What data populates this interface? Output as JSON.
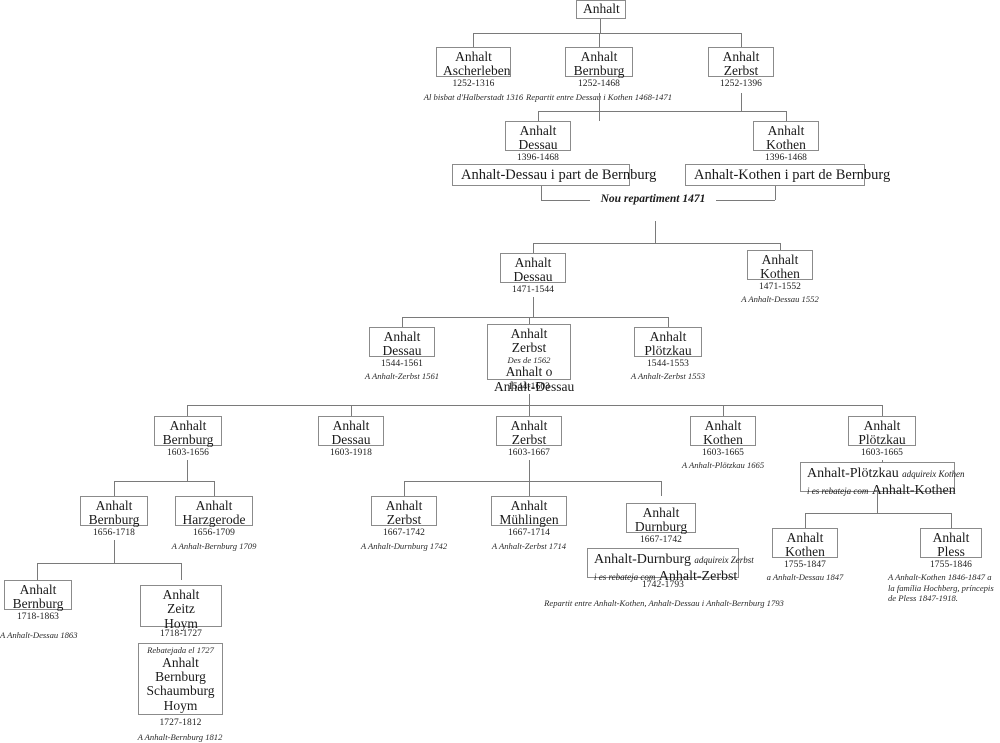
{
  "diagram": {
    "title": "Anhalt",
    "language": "ca",
    "type": "genealogy-territorial-partition-tree"
  },
  "nodes": {
    "root": {
      "lines": [
        "Anhalt"
      ]
    },
    "ascherleben": {
      "lines": [
        "Anhalt",
        "Ascherleben"
      ],
      "years": "1252-1316",
      "note": "Al bisbat d'Halberstadt 1316"
    },
    "bernburg_1252": {
      "lines": [
        "Anhalt",
        "Bernburg"
      ],
      "years": "1252-1468",
      "note": "Repartit entre Dessau i Kothen 1468-1471"
    },
    "zerbst_1252": {
      "lines": [
        "Anhalt",
        "Zerbst"
      ],
      "years": "1252-1396"
    },
    "dessau_1396": {
      "lines": [
        "Anhalt",
        "Dessau"
      ],
      "years": "1396-1468"
    },
    "kothen_1396": {
      "lines": [
        "Anhalt",
        "Kothen"
      ],
      "years": "1396-1468"
    },
    "dessau_part": {
      "label": "Anhalt-Dessau i part de Bernburg"
    },
    "kothen_part": {
      "label": "Anhalt-Kothen i part de Bernburg"
    },
    "repartiment": {
      "line1": "Nou repartiment",
      "line2": "1471"
    },
    "dessau_1471": {
      "lines": [
        "Anhalt",
        "Dessau"
      ],
      "years": "1471-1544"
    },
    "kothen_1471": {
      "lines": [
        "Anhalt",
        "Kothen"
      ],
      "years": "1471-1552",
      "note": "A Anhalt-Dessau 1552"
    },
    "dessau_1544": {
      "lines": [
        "Anhalt",
        "Dessau"
      ],
      "years": "1544-1561",
      "note": "A Anhalt-Zerbst 1561"
    },
    "zerbst_1544": {
      "lines": [
        "Anhalt",
        "Zerbst"
      ],
      "midnote": "Des de 1562",
      "lines2": [
        "Anhalt o",
        "Anhalt-Dessau"
      ],
      "years": "1544-1603"
    },
    "plotzkau_1544": {
      "lines": [
        "Anhalt",
        "Plötzkau"
      ],
      "years": "1544-1553",
      "note": "A Anhalt-Zerbst 1553"
    },
    "bernburg_1603": {
      "lines": [
        "Anhalt",
        "Bernburg"
      ],
      "years": "1603-1656"
    },
    "dessau_1603": {
      "lines": [
        "Anhalt",
        "Dessau"
      ],
      "years": "1603-1918"
    },
    "zerbst_1603": {
      "lines": [
        "Anhalt",
        "Zerbst"
      ],
      "years": "1603-1667"
    },
    "kothen_1603": {
      "lines": [
        "Anhalt",
        "Kothen"
      ],
      "years": "1603-1665",
      "note": "A Anhalt-Plötzkau 1665"
    },
    "plotzkau_1603": {
      "lines": [
        "Anhalt",
        "Plötzkau"
      ],
      "years": "1603-1665"
    },
    "plotzkau_merge": {
      "a": "Anhalt-Plötzkau",
      "b": "adquireix Kothen",
      "c": "i es rebateja com",
      "d": "Anhalt-Kothen"
    },
    "bernburg_1656": {
      "lines": [
        "Anhalt",
        "Bernburg"
      ],
      "years": "1656-1718"
    },
    "harzgerode_1656": {
      "lines": [
        "Anhalt",
        "Harzgerode"
      ],
      "years": "1656-1709",
      "note": "A Anhalt-Bernburg 1709"
    },
    "zerbst_1667": {
      "lines": [
        "Anhalt",
        "Zerbst"
      ],
      "years": "1667-1742",
      "note": "A Anhalt-Durnburg 1742"
    },
    "muhlingen_1667": {
      "lines": [
        "Anhalt",
        "Mühlingen"
      ],
      "years": "1667-1714",
      "note": "A Anhalt-Zerbst 1714"
    },
    "durnburg_1667": {
      "lines": [
        "Anhalt",
        "Durnburg"
      ],
      "years": "1667-1742"
    },
    "durnburg_merge": {
      "a": "Anhalt-Durnburg",
      "b": "adquireix Zerbst",
      "c": "i es rebateja com",
      "d": "Anhalt-Zerbst",
      "years": "1742-1793",
      "note": "Repartit entre Anhalt-Kothen, Anhalt-Dessau i Anhalt-Bernburg 1793"
    },
    "kothen_1755": {
      "lines": [
        "Anhalt",
        "Kothen"
      ],
      "years": "1755-1847",
      "note": "a Anhalt-Dessau 1847"
    },
    "pless_1755": {
      "lines": [
        "Anhalt",
        "Pless"
      ],
      "years": "1755-1846",
      "note": "A Anhalt-Kothen 1846-1847 a la família Hochberg, príncepis de Pless 1847-1918."
    },
    "bernburg_1718": {
      "lines": [
        "Anhalt",
        "Bernburg"
      ],
      "years": "1718-1863",
      "note": "A Anhalt-Dessau 1863"
    },
    "zeitz_hoym_1718": {
      "lines": [
        "Anhalt",
        "Zeitz",
        "Hoym"
      ],
      "years": "1718-1727"
    },
    "bernburg_schaumburg": {
      "midnote": "Rebatejada el 1727",
      "lines": [
        "Anhalt",
        "Bernburg",
        "Schaumburg",
        "Hoym"
      ],
      "years": "1727-1812",
      "note": "A Anhalt-Bernburg 1812"
    }
  }
}
